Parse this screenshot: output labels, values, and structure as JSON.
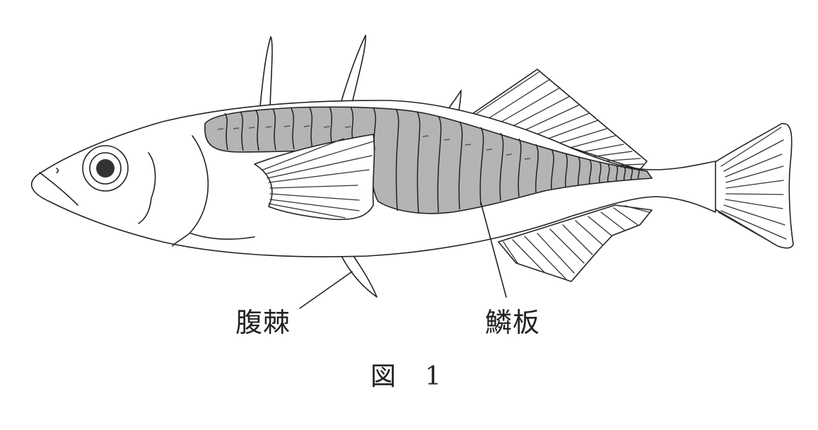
{
  "figure": {
    "type": "anatomical line drawing of a stickleback fish (side view)",
    "caption_prefix": "図",
    "caption_number": "1",
    "labels": {
      "pelvic_spine": "腹棘",
      "lateral_plates": "鱗板"
    },
    "colors": {
      "background": "#ffffff",
      "outline": "#222222",
      "plate_fill": "#b4b4b4"
    },
    "parts": [
      "dorsal spines (3)",
      "eye",
      "operculum",
      "pectoral fin",
      "lateral plates",
      "soft dorsal fin",
      "anal fin",
      "caudal fin",
      "pelvic spine"
    ]
  }
}
